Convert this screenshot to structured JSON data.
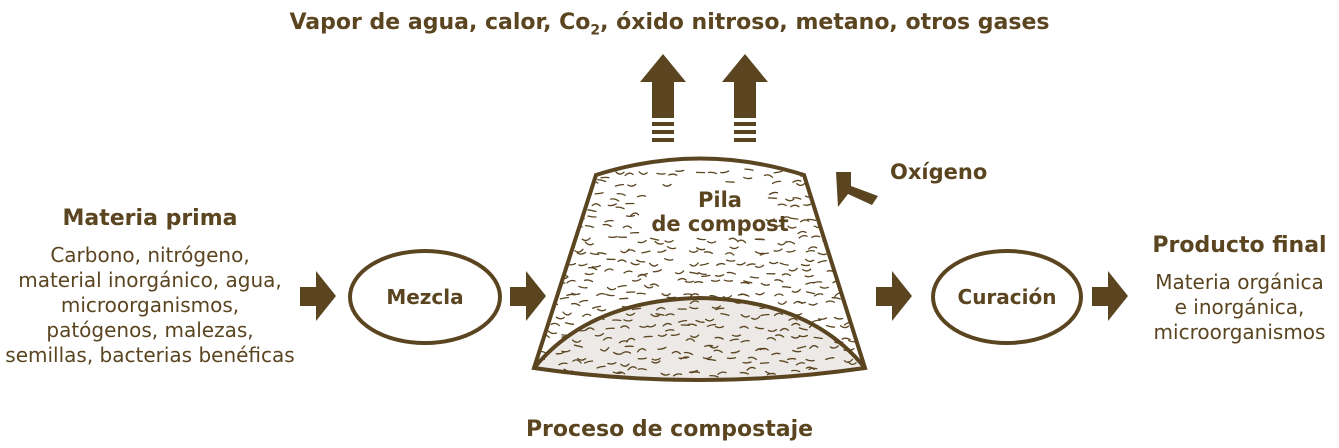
{
  "top_label": {
    "pre": "Vapor de agua, calor, Co",
    "sub": "2",
    "post": ", óxido nitroso, metano, otros gases"
  },
  "materia_prima": {
    "title": "Materia prima",
    "lines": [
      "Carbono, nitrógeno,",
      "material inorgánico, agua,",
      "microorganismos,",
      "patógenos, malezas,",
      "semillas, bacterias benéficas"
    ]
  },
  "mezcla": "Mezcla",
  "pile_label": [
    "Pila",
    "de compost"
  ],
  "oxigeno": "Oxígeno",
  "curacion": "Curación",
  "producto_final": {
    "title": "Producto final",
    "lines": [
      "Materia orgánica",
      "e inorgánica,",
      "microorganismos"
    ]
  },
  "bottom_label": "Proceso de compostaje",
  "colors": {
    "main": "#5a4520",
    "fill": "#ece9e6"
  }
}
